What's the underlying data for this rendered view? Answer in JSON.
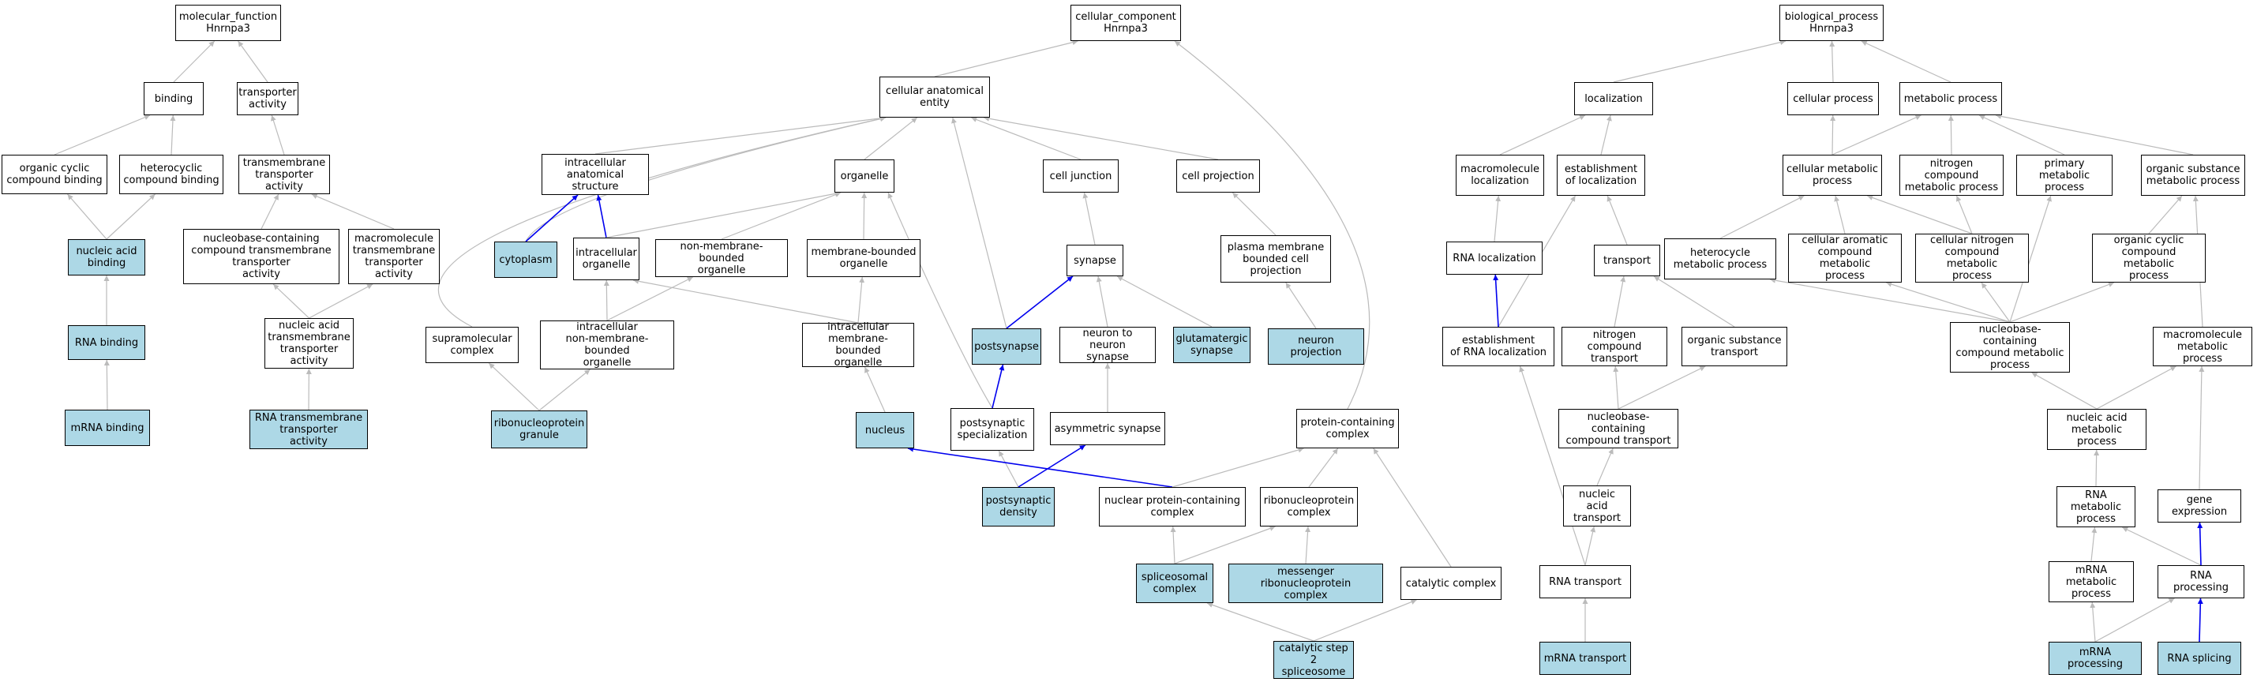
{
  "colors": {
    "highlight_fill": "#add8e6",
    "default_fill": "#ffffff",
    "edge_gray": "#bbbbbb",
    "edge_blue": "#0000ee"
  },
  "nodes": {
    "mf_root": {
      "label": "molecular_function\nHnrnpa3",
      "hl": false
    },
    "binding": {
      "label": "binding",
      "hl": false
    },
    "transporter_activity": {
      "label": "transporter\nactivity",
      "hl": false
    },
    "organic_cyclic_binding": {
      "label": "organic cyclic\ncompound binding",
      "hl": false
    },
    "heterocyclic_binding": {
      "label": "heterocyclic\ncompound binding",
      "hl": false
    },
    "transmembrane_transporter": {
      "label": "transmembrane\ntransporter\nactivity",
      "hl": false
    },
    "nucleic_acid_binding": {
      "label": "nucleic acid\nbinding",
      "hl": true
    },
    "nucleobase_tt": {
      "label": "nucleobase-containing\ncompound transmembrane\ntransporter\nactivity",
      "hl": false
    },
    "macromolecule_tt": {
      "label": "macromolecule\ntransmembrane\ntransporter\nactivity",
      "hl": false
    },
    "rna_binding": {
      "label": "RNA binding",
      "hl": true
    },
    "nucleic_acid_tt": {
      "label": "nucleic acid\ntransmembrane\ntransporter\nactivity",
      "hl": false
    },
    "mrna_binding": {
      "label": "mRNA binding",
      "hl": true
    },
    "rna_tt": {
      "label": "RNA transmembrane\ntransporter\nactivity",
      "hl": true
    },
    "cc_root": {
      "label": "cellular_component\nHnrnpa3",
      "hl": false
    },
    "cellular_anatomical_entity": {
      "label": "cellular anatomical\nentity",
      "hl": false
    },
    "intracellular_anatomical": {
      "label": "intracellular\nanatomical structure",
      "hl": false
    },
    "organelle": {
      "label": "organelle",
      "hl": false
    },
    "cell_junction": {
      "label": "cell junction",
      "hl": false
    },
    "cell_projection": {
      "label": "cell projection",
      "hl": false
    },
    "cytoplasm": {
      "label": "cytoplasm",
      "hl": true
    },
    "intracellular_organelle": {
      "label": "intracellular\norganelle",
      "hl": false
    },
    "non_membrane_organelle": {
      "label": "non-membrane-bounded\norganelle",
      "hl": false
    },
    "membrane_organelle": {
      "label": "membrane-bounded\norganelle",
      "hl": false
    },
    "synapse": {
      "label": "synapse",
      "hl": false
    },
    "plasma_membrane_projection": {
      "label": "plasma membrane\nbounded cell\nprojection",
      "hl": false
    },
    "supramolecular_complex": {
      "label": "supramolecular\ncomplex",
      "hl": false
    },
    "intra_non_membrane_organelle": {
      "label": "intracellular\nnon-membrane-bounded\norganelle",
      "hl": false
    },
    "intra_membrane_organelle": {
      "label": "intracellular\nmembrane-bounded\norganelle",
      "hl": false
    },
    "postsynapse": {
      "label": "postsynapse",
      "hl": true
    },
    "neuron_to_neuron_synapse": {
      "label": "neuron to neuron\nsynapse",
      "hl": false
    },
    "glutamatergic_synapse": {
      "label": "glutamatergic\nsynapse",
      "hl": true
    },
    "neuron_projection": {
      "label": "neuron projection",
      "hl": true
    },
    "ribonucleoprotein_granule": {
      "label": "ribonucleoprotein\ngranule",
      "hl": true
    },
    "nucleus": {
      "label": "nucleus",
      "hl": true
    },
    "postsynaptic_specialization": {
      "label": "postsynaptic\nspecialization",
      "hl": false
    },
    "asymmetric_synapse": {
      "label": "asymmetric synapse",
      "hl": false
    },
    "protein_containing_complex": {
      "label": "protein-containing\ncomplex",
      "hl": false
    },
    "postsynaptic_density": {
      "label": "postsynaptic\ndensity",
      "hl": true
    },
    "nuclear_protein_complex": {
      "label": "nuclear protein-containing\ncomplex",
      "hl": false
    },
    "ribonucleoprotein_complex": {
      "label": "ribonucleoprotein\ncomplex",
      "hl": false
    },
    "spliceosomal_complex": {
      "label": "spliceosomal\ncomplex",
      "hl": true
    },
    "messenger_rnp_complex": {
      "label": "messenger ribonucleoprotein\ncomplex",
      "hl": true
    },
    "catalytic_complex": {
      "label": "catalytic complex",
      "hl": false
    },
    "catalytic_step2_spliceosome": {
      "label": "catalytic step\n2 spliceosome",
      "hl": true
    },
    "bp_root": {
      "label": "biological_process\nHnrnpa3",
      "hl": false
    },
    "localization": {
      "label": "localization",
      "hl": false
    },
    "cellular_process": {
      "label": "cellular process",
      "hl": false
    },
    "metabolic_process": {
      "label": "metabolic process",
      "hl": false
    },
    "macromolecule_localization": {
      "label": "macromolecule\nlocalization",
      "hl": false
    },
    "establishment_localization": {
      "label": "establishment\nof localization",
      "hl": false
    },
    "cellular_metabolic_process": {
      "label": "cellular metabolic\nprocess",
      "hl": false
    },
    "nitrogen_compound_metabolic": {
      "label": "nitrogen compound\nmetabolic process",
      "hl": false
    },
    "primary_metabolic_process": {
      "label": "primary metabolic\nprocess",
      "hl": false
    },
    "organic_substance_metabolic": {
      "label": "organic substance\nmetabolic process",
      "hl": false
    },
    "rna_localization": {
      "label": "RNA localization",
      "hl": false
    },
    "transport": {
      "label": "transport",
      "hl": false
    },
    "heterocycle_metabolic": {
      "label": "heterocycle\nmetabolic process",
      "hl": false
    },
    "cellular_aromatic_metabolic": {
      "label": "cellular aromatic\ncompound metabolic\nprocess",
      "hl": false
    },
    "cellular_nitrogen_metabolic": {
      "label": "cellular nitrogen\ncompound metabolic\nprocess",
      "hl": false
    },
    "organic_cyclic_metabolic": {
      "label": "organic cyclic\ncompound metabolic\nprocess",
      "hl": false
    },
    "establishment_rna_localization": {
      "label": "establishment\nof RNA localization",
      "hl": false
    },
    "nitrogen_compound_transport": {
      "label": "nitrogen compound\ntransport",
      "hl": false
    },
    "organic_substance_transport": {
      "label": "organic substance\ntransport",
      "hl": false
    },
    "nucleobase_metabolic": {
      "label": "nucleobase-containing\ncompound metabolic\nprocess",
      "hl": false
    },
    "macromolecule_metabolic": {
      "label": "macromolecule\nmetabolic process",
      "hl": false
    },
    "nucleobase_transport": {
      "label": "nucleobase-containing\ncompound transport",
      "hl": false
    },
    "nucleic_acid_metabolic": {
      "label": "nucleic acid\nmetabolic process",
      "hl": false
    },
    "nucleic_acid_transport": {
      "label": "nucleic acid\ntransport",
      "hl": false
    },
    "rna_metabolic_process": {
      "label": "RNA metabolic\nprocess",
      "hl": false
    },
    "gene_expression": {
      "label": "gene expression",
      "hl": false
    },
    "rna_transport": {
      "label": "RNA transport",
      "hl": false
    },
    "mrna_metabolic_process": {
      "label": "mRNA metabolic\nprocess",
      "hl": false
    },
    "rna_processing": {
      "label": "RNA processing",
      "hl": false
    },
    "mrna_transport": {
      "label": "mRNA transport",
      "hl": true
    },
    "mrna_processing": {
      "label": "mRNA processing",
      "hl": true
    },
    "rna_splicing": {
      "label": "RNA splicing",
      "hl": true
    }
  },
  "edges": [
    {
      "from": "binding",
      "to": "mf_root",
      "c": "gray"
    },
    {
      "from": "transporter_activity",
      "to": "mf_root",
      "c": "gray"
    },
    {
      "from": "organic_cyclic_binding",
      "to": "binding",
      "c": "gray"
    },
    {
      "from": "heterocyclic_binding",
      "to": "binding",
      "c": "gray"
    },
    {
      "from": "transmembrane_transporter",
      "to": "transporter_activity",
      "c": "gray"
    },
    {
      "from": "nucleic_acid_binding",
      "to": "organic_cyclic_binding",
      "c": "gray"
    },
    {
      "from": "nucleic_acid_binding",
      "to": "heterocyclic_binding",
      "c": "gray"
    },
    {
      "from": "nucleobase_tt",
      "to": "transmembrane_transporter",
      "c": "gray"
    },
    {
      "from": "macromolecule_tt",
      "to": "transmembrane_transporter",
      "c": "gray"
    },
    {
      "from": "rna_binding",
      "to": "nucleic_acid_binding",
      "c": "gray"
    },
    {
      "from": "nucleic_acid_tt",
      "to": "nucleobase_tt",
      "c": "gray"
    },
    {
      "from": "nucleic_acid_tt",
      "to": "macromolecule_tt",
      "c": "gray"
    },
    {
      "from": "mrna_binding",
      "to": "rna_binding",
      "c": "gray"
    },
    {
      "from": "rna_tt",
      "to": "nucleic_acid_tt",
      "c": "gray"
    },
    {
      "from": "cellular_anatomical_entity",
      "to": "cc_root",
      "c": "gray"
    },
    {
      "from": "protein_containing_complex",
      "to": "cc_root",
      "c": "gray"
    },
    {
      "from": "intracellular_anatomical",
      "to": "cellular_anatomical_entity",
      "c": "gray"
    },
    {
      "from": "organelle",
      "to": "cellular_anatomical_entity",
      "c": "gray"
    },
    {
      "from": "cell_junction",
      "to": "cellular_anatomical_entity",
      "c": "gray"
    },
    {
      "from": "cell_projection",
      "to": "cellular_anatomical_entity",
      "c": "gray"
    },
    {
      "from": "cytoplasm",
      "to": "cellular_anatomical_entity",
      "c": "gray"
    },
    {
      "from": "supramolecular_complex",
      "to": "cellular_anatomical_entity",
      "c": "gray"
    },
    {
      "from": "postsynapse",
      "to": "cellular_anatomical_entity",
      "c": "gray"
    },
    {
      "from": "cytoplasm",
      "to": "intracellular_anatomical",
      "c": "blue"
    },
    {
      "from": "intracellular_organelle",
      "to": "intracellular_anatomical",
      "c": "blue"
    },
    {
      "from": "intracellular_organelle",
      "to": "organelle",
      "c": "gray"
    },
    {
      "from": "non_membrane_organelle",
      "to": "organelle",
      "c": "gray"
    },
    {
      "from": "membrane_organelle",
      "to": "organelle",
      "c": "gray"
    },
    {
      "from": "postsynaptic_specialization",
      "to": "organelle",
      "c": "gray"
    },
    {
      "from": "synapse",
      "to": "cell_junction",
      "c": "gray"
    },
    {
      "from": "plasma_membrane_projection",
      "to": "cell_projection",
      "c": "gray"
    },
    {
      "from": "intra_non_membrane_organelle",
      "to": "intracellular_organelle",
      "c": "gray"
    },
    {
      "from": "intra_membrane_organelle",
      "to": "intracellular_organelle",
      "c": "gray"
    },
    {
      "from": "intra_non_membrane_organelle",
      "to": "non_membrane_organelle",
      "c": "gray"
    },
    {
      "from": "intra_membrane_organelle",
      "to": "membrane_organelle",
      "c": "gray"
    },
    {
      "from": "postsynapse",
      "to": "synapse",
      "c": "blue"
    },
    {
      "from": "neuron_to_neuron_synapse",
      "to": "synapse",
      "c": "gray"
    },
    {
      "from": "glutamatergic_synapse",
      "to": "synapse",
      "c": "gray"
    },
    {
      "from": "neuron_projection",
      "to": "plasma_membrane_projection",
      "c": "gray"
    },
    {
      "from": "ribonucleoprotein_granule",
      "to": "supramolecular_complex",
      "c": "gray"
    },
    {
      "from": "ribonucleoprotein_granule",
      "to": "intra_non_membrane_organelle",
      "c": "gray"
    },
    {
      "from": "nucleus",
      "to": "intra_membrane_organelle",
      "c": "gray"
    },
    {
      "from": "postsynaptic_specialization",
      "to": "postsynapse",
      "c": "blue"
    },
    {
      "from": "asymmetric_synapse",
      "to": "neuron_to_neuron_synapse",
      "c": "gray"
    },
    {
      "from": "postsynaptic_density",
      "to": "postsynaptic_specialization",
      "c": "gray"
    },
    {
      "from": "postsynaptic_density",
      "to": "asymmetric_synapse",
      "c": "blue"
    },
    {
      "from": "nuclear_protein_complex",
      "to": "nucleus",
      "c": "blue"
    },
    {
      "from": "nuclear_protein_complex",
      "to": "protein_containing_complex",
      "c": "gray"
    },
    {
      "from": "ribonucleoprotein_complex",
      "to": "protein_containing_complex",
      "c": "gray"
    },
    {
      "from": "catalytic_complex",
      "to": "protein_containing_complex",
      "c": "gray"
    },
    {
      "from": "spliceosomal_complex",
      "to": "nuclear_protein_complex",
      "c": "gray"
    },
    {
      "from": "spliceosomal_complex",
      "to": "ribonucleoprotein_complex",
      "c": "gray"
    },
    {
      "from": "messenger_rnp_complex",
      "to": "ribonucleoprotein_complex",
      "c": "gray"
    },
    {
      "from": "catalytic_step2_spliceosome",
      "to": "spliceosomal_complex",
      "c": "gray"
    },
    {
      "from": "catalytic_step2_spliceosome",
      "to": "catalytic_complex",
      "c": "gray"
    },
    {
      "from": "localization",
      "to": "bp_root",
      "c": "gray"
    },
    {
      "from": "cellular_process",
      "to": "bp_root",
      "c": "gray"
    },
    {
      "from": "metabolic_process",
      "to": "bp_root",
      "c": "gray"
    },
    {
      "from": "macromolecule_localization",
      "to": "localization",
      "c": "gray"
    },
    {
      "from": "establishment_localization",
      "to": "localization",
      "c": "gray"
    },
    {
      "from": "cellular_metabolic_process",
      "to": "cellular_process",
      "c": "gray"
    },
    {
      "from": "cellular_metabolic_process",
      "to": "metabolic_process",
      "c": "gray"
    },
    {
      "from": "nitrogen_compound_metabolic",
      "to": "metabolic_process",
      "c": "gray"
    },
    {
      "from": "primary_metabolic_process",
      "to": "metabolic_process",
      "c": "gray"
    },
    {
      "from": "organic_substance_metabolic",
      "to": "metabolic_process",
      "c": "gray"
    },
    {
      "from": "rna_localization",
      "to": "macromolecule_localization",
      "c": "gray"
    },
    {
      "from": "transport",
      "to": "establishment_localization",
      "c": "gray"
    },
    {
      "from": "establishment_rna_localization",
      "to": "establishment_localization",
      "c": "gray"
    },
    {
      "from": "establishment_rna_localization",
      "to": "rna_localization",
      "c": "blue"
    },
    {
      "from": "heterocycle_metabolic",
      "to": "cellular_metabolic_process",
      "c": "gray"
    },
    {
      "from": "cellular_aromatic_metabolic",
      "to": "cellular_metabolic_process",
      "c": "gray"
    },
    {
      "from": "cellular_nitrogen_metabolic",
      "to": "cellular_metabolic_process",
      "c": "gray"
    },
    {
      "from": "cellular_nitrogen_metabolic",
      "to": "nitrogen_compound_metabolic",
      "c": "gray"
    },
    {
      "from": "organic_cyclic_metabolic",
      "to": "organic_substance_metabolic",
      "c": "gray"
    },
    {
      "from": "macromolecule_metabolic",
      "to": "organic_substance_metabolic",
      "c": "gray"
    },
    {
      "from": "nitrogen_compound_transport",
      "to": "transport",
      "c": "gray"
    },
    {
      "from": "organic_substance_transport",
      "to": "transport",
      "c": "gray"
    },
    {
      "from": "nucleobase_metabolic",
      "to": "heterocycle_metabolic",
      "c": "gray"
    },
    {
      "from": "nucleobase_metabolic",
      "to": "cellular_aromatic_metabolic",
      "c": "gray"
    },
    {
      "from": "nucleobase_metabolic",
      "to": "cellular_nitrogen_metabolic",
      "c": "gray"
    },
    {
      "from": "nucleobase_metabolic",
      "to": "organic_cyclic_metabolic",
      "c": "gray"
    },
    {
      "from": "nucleobase_metabolic",
      "to": "primary_metabolic_process",
      "c": "gray"
    },
    {
      "from": "nucleobase_transport",
      "to": "nitrogen_compound_transport",
      "c": "gray"
    },
    {
      "from": "nucleobase_transport",
      "to": "organic_substance_transport",
      "c": "gray"
    },
    {
      "from": "nucleic_acid_metabolic",
      "to": "nucleobase_metabolic",
      "c": "gray"
    },
    {
      "from": "nucleic_acid_metabolic",
      "to": "macromolecule_metabolic",
      "c": "gray"
    },
    {
      "from": "nucleic_acid_transport",
      "to": "nucleobase_transport",
      "c": "gray"
    },
    {
      "from": "rna_metabolic_process",
      "to": "nucleic_acid_metabolic",
      "c": "gray"
    },
    {
      "from": "gene_expression",
      "to": "macromolecule_metabolic",
      "c": "gray"
    },
    {
      "from": "rna_transport",
      "to": "nucleic_acid_transport",
      "c": "gray"
    },
    {
      "from": "rna_transport",
      "to": "establishment_rna_localization",
      "c": "gray"
    },
    {
      "from": "mrna_metabolic_process",
      "to": "rna_metabolic_process",
      "c": "gray"
    },
    {
      "from": "rna_processing",
      "to": "rna_metabolic_process",
      "c": "gray"
    },
    {
      "from": "rna_processing",
      "to": "gene_expression",
      "c": "blue"
    },
    {
      "from": "mrna_transport",
      "to": "rna_transport",
      "c": "gray"
    },
    {
      "from": "mrna_processing",
      "to": "mrna_metabolic_process",
      "c": "gray"
    },
    {
      "from": "mrna_processing",
      "to": "rna_processing",
      "c": "gray"
    },
    {
      "from": "rna_splicing",
      "to": "rna_processing",
      "c": "blue"
    }
  ]
}
